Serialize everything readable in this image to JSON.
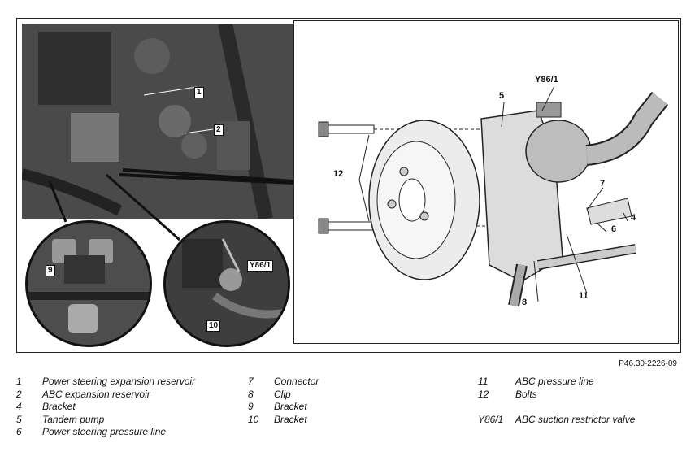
{
  "figure": {
    "reference_code": "P46.30-2226-09",
    "photo_callouts": [
      "1",
      "2"
    ],
    "inset_left_callouts": [
      "9"
    ],
    "inset_right_callouts": [
      "Y86/1",
      "10"
    ],
    "drawing_callouts": [
      "5",
      "Y86/1",
      "12",
      "7",
      "4",
      "6",
      "8",
      "11"
    ]
  },
  "legend": {
    "col1": [
      {
        "num": "1",
        "text": "Power steering expansion reservoir"
      },
      {
        "num": "2",
        "text": "ABC expansion reservoir"
      },
      {
        "num": "4",
        "text": "Bracket"
      },
      {
        "num": "5",
        "text": "Tandem pump"
      },
      {
        "num": "6",
        "text": "Power steering pressure line"
      }
    ],
    "col2": [
      {
        "num": "7",
        "text": "Connector"
      },
      {
        "num": "8",
        "text": "Clip"
      },
      {
        "num": "9",
        "text": "Bracket"
      },
      {
        "num": "10",
        "text": "Bracket"
      }
    ],
    "col3": [
      {
        "num": "11",
        "text": "ABC pressure line"
      },
      {
        "num": "12",
        "text": "Bolts"
      },
      {
        "num": "Y86/1",
        "text": "ABC suction restrictor valve"
      }
    ]
  }
}
